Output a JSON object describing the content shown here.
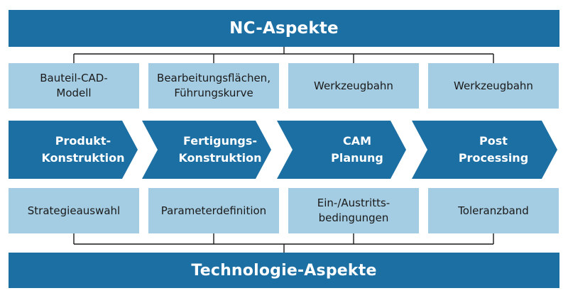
{
  "title_top": "NC-Aspekte",
  "title_bottom": "Technologie-Aspekte",
  "nc_aspects": [
    "Bauteil-CAD-\nModell",
    "Bearbeitungsflächen,\nFührungskurve",
    "Werkzeugbahn",
    "Werkzeugbahn"
  ],
  "process_steps": [
    "Produkt-\nKonstruktion",
    "Fertigungs-\nKonstruktion",
    "CAM\nPlanung",
    "Post\nProcessing"
  ],
  "technology_aspects": [
    "Strategieauswahl",
    "Parameterdefinition",
    "Ein-/Austritts-\nbedingungen",
    "Toleranzband"
  ],
  "colors": {
    "bar": "#1c6fa3",
    "arrow": "#1c6fa3",
    "box": "#a4cde3",
    "connector": "#1a1a1a"
  }
}
